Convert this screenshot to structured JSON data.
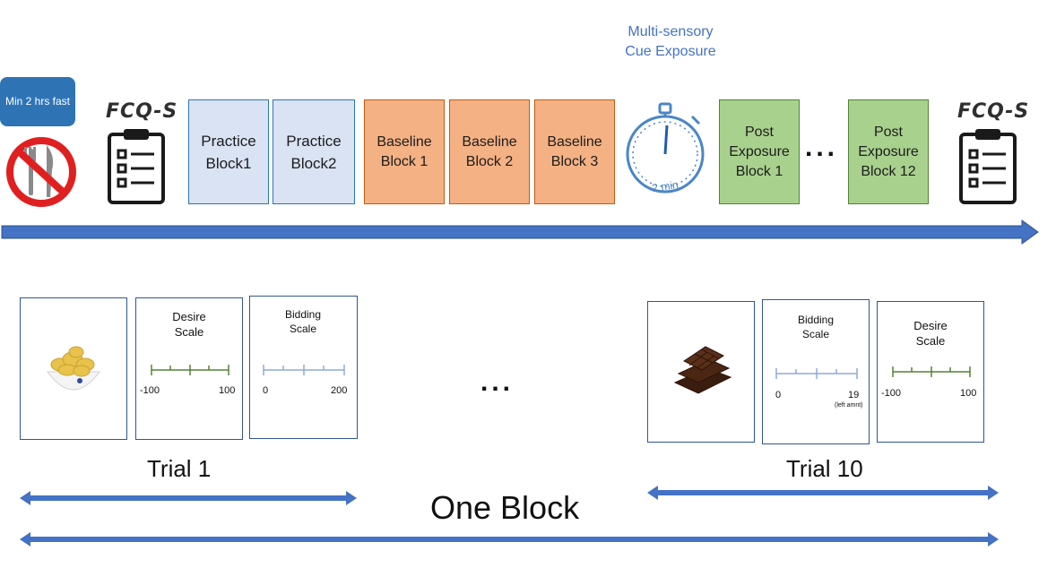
{
  "timeline": {
    "fast_badge": "Min 2 hrs fast",
    "fcq_label_start": "FCQ-S",
    "fcq_label_end": "FCQ-S",
    "practice_blocks": [
      "Practice Block1",
      "Practice Block2"
    ],
    "baseline_blocks": [
      "Baseline Block 1",
      "Baseline Block 2",
      "Baseline Block 3"
    ],
    "cue_title": "Multi-sensory Cue Exposure",
    "timer_label": "2 min",
    "post_blocks": [
      "Post Exposure Block 1",
      "Post Exposure Block 12"
    ],
    "ellipsis": "..."
  },
  "trial_1": {
    "label": "Trial 1",
    "food": "chips",
    "desire_scale": {
      "title": "Desire Scale",
      "min": "-100",
      "max": "100"
    },
    "bidding_scale": {
      "title": "Bidding Scale",
      "min": "0",
      "max": "200"
    }
  },
  "middle_ellipsis": "...",
  "trial_10": {
    "label": "Trial 10",
    "food": "chocolate",
    "bidding_scale": {
      "title": "Bidding Scale",
      "min": "0",
      "max": "19",
      "note": "(left amnt)"
    },
    "desire_scale": {
      "title": "Desire Scale",
      "min": "-100",
      "max": "100"
    }
  },
  "block_label": "One Block",
  "colors": {
    "arrow": "#4472c4",
    "practice": "#dae3f3",
    "baseline": "#f4b183",
    "post": "#a9d18e",
    "cue_text": "#4472c4",
    "badge": "#2e74b5"
  }
}
